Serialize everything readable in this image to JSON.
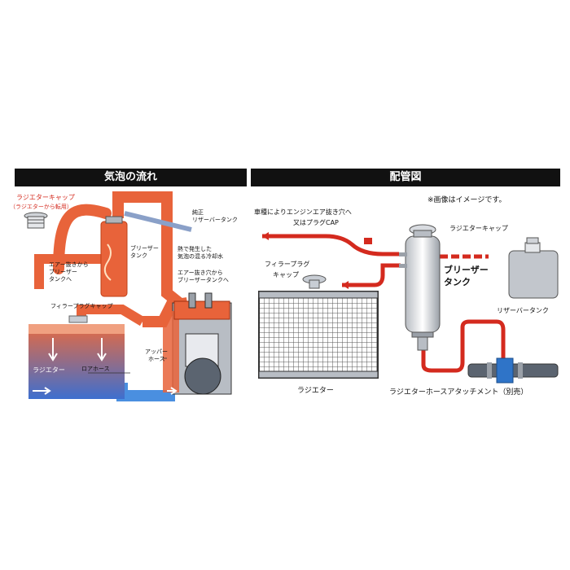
{
  "headers": {
    "left": "気泡の流れ",
    "right": "配管図"
  },
  "note": "※画像はイメージです。",
  "colors": {
    "accent": "#d42a1e",
    "coolant_hot": "#e8633a",
    "coolant_cold": "#4a6fc8",
    "header_bg": "#111111"
  },
  "left": {
    "radiator_cap_line1": "ラジエターキャップ",
    "radiator_cap_line2": "（ラジエターから転用）",
    "air_vent_line1": "エアー抜きから",
    "air_vent_line2": "ブリーザー",
    "air_vent_line3": "タンクへ",
    "filler_cap": "フィラープラグキャップ",
    "radiator": "ラジエター",
    "lower_hose": "ロアホース",
    "upper_hose_line1": "アッパー",
    "upper_hose_line2": "ホース",
    "breather_line1": "ブリーザー",
    "breather_line2": "タンク",
    "reserve_line1": "純正",
    "reserve_line2": "リザーバータンク",
    "bubbles_line1": "熱で発生した",
    "bubbles_line2": "気泡の混る冷却水",
    "engine_vent_line1": "エアー抜き穴から",
    "engine_vent_line2": "ブリーザータンクへ"
  },
  "right": {
    "engine_note_line1": "車種によりエンジンエア抜き穴へ",
    "engine_note_line2": "又はプラグCAP",
    "radiator_cap": "ラジエターキャップ",
    "filler_line1": "フィラープラグ",
    "filler_line2": "キャップ",
    "breather_line1": "ブリーザー",
    "breather_line2": "タンク",
    "reserve": "リザーバータンク",
    "radiator": "ラジエター",
    "attachment": "ラジエターホースアタッチメント（別売）"
  }
}
